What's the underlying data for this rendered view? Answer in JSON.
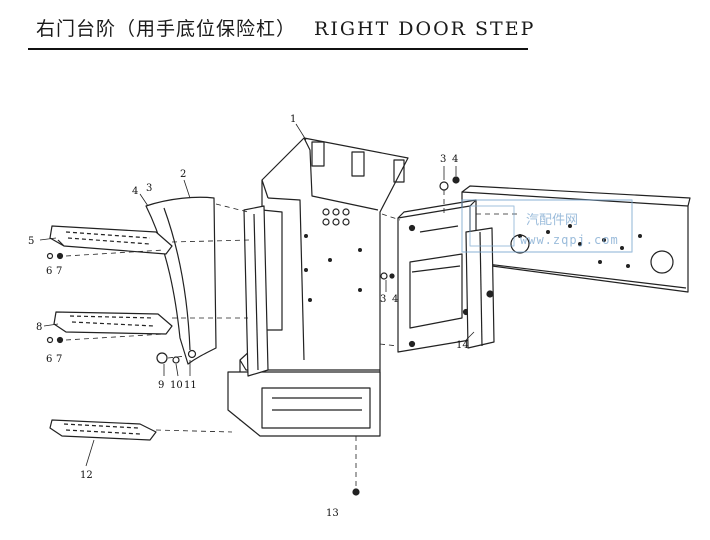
{
  "title": {
    "cn": "右门台阶（用手底位保险杠）",
    "en": "RIGHT DOOR STEP"
  },
  "watermark": {
    "logo_text": "汽配件网",
    "url": "www.zqpj.com",
    "color": "#7aa6cf"
  },
  "callouts": {
    "c1": "1",
    "c2": "2",
    "c3a": "3",
    "c4a": "4",
    "c3b": "3",
    "c4b": "4",
    "c3c": "3",
    "c4c": "4",
    "c5": "5",
    "c6a": "6",
    "c7a": "7",
    "c8": "8",
    "c6b": "6",
    "c7b": "7",
    "c9": "9",
    "c10": "10",
    "c11": "11",
    "c12": "12",
    "c13": "13",
    "c14": "14"
  }
}
